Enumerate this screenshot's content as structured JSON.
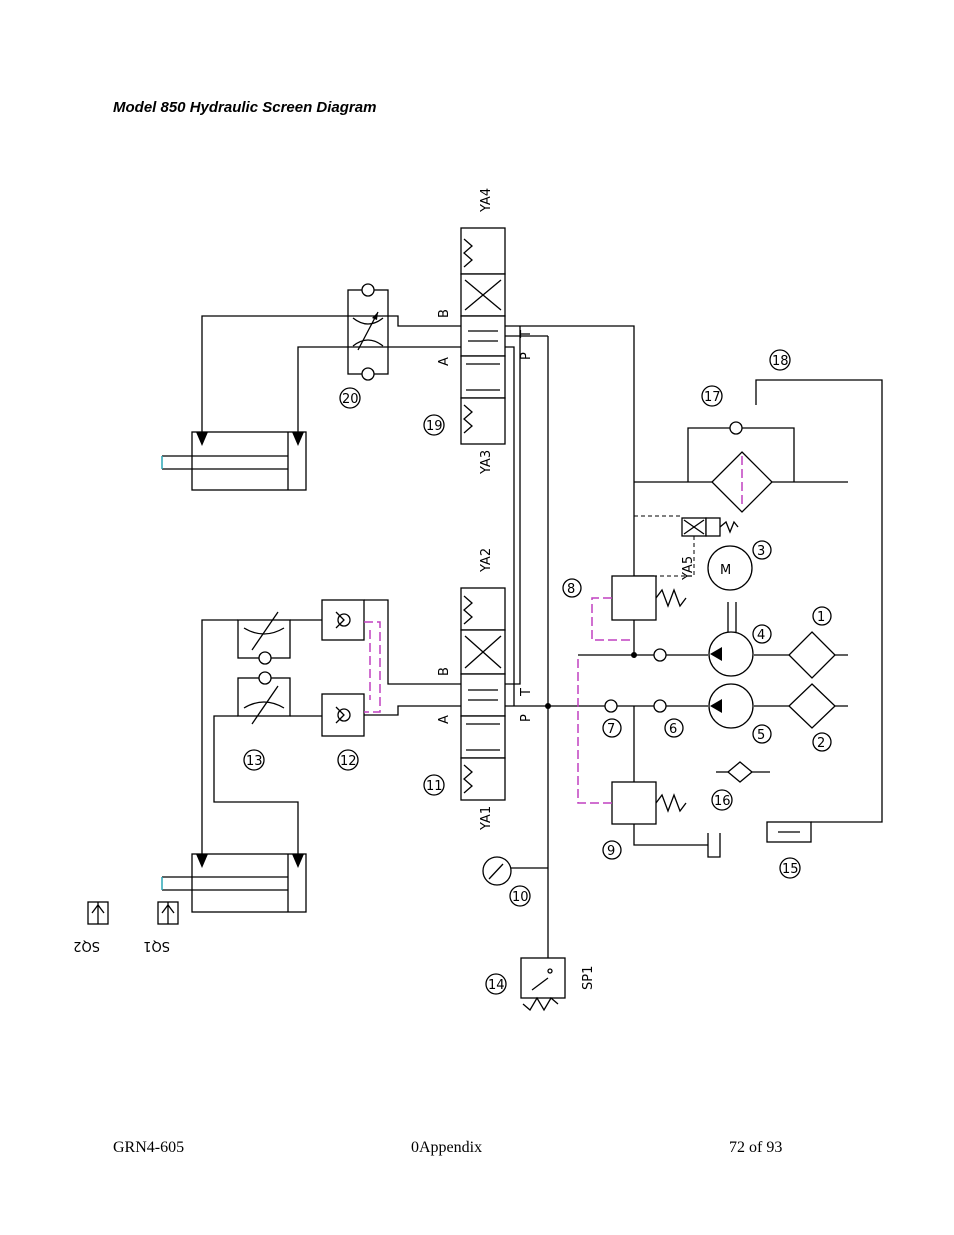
{
  "page": {
    "title": "Model 850 Hydraulic Screen Diagram",
    "footer": {
      "left": "GRN4-605",
      "center": "0Appendix",
      "right": "72 of 93"
    }
  },
  "diagram": {
    "solenoids": [
      "YA1",
      "YA2",
      "YA3",
      "YA4",
      "YA5"
    ],
    "pressure_switch": "SP1",
    "proximity_switches": [
      "SQ1",
      "SQ2"
    ],
    "port_letters": [
      "A",
      "B",
      "P",
      "T"
    ],
    "component_numbers": [
      "1",
      "2",
      "3",
      "4",
      "5",
      "6",
      "7",
      "8",
      "9",
      "10",
      "11",
      "12",
      "13",
      "14",
      "15",
      "16",
      "17",
      "18",
      "19",
      "20"
    ],
    "motor_letter": "M",
    "line_colors": {
      "main": "#000000",
      "pilot": "#c040c0",
      "rod": "#2aa7b5"
    }
  }
}
